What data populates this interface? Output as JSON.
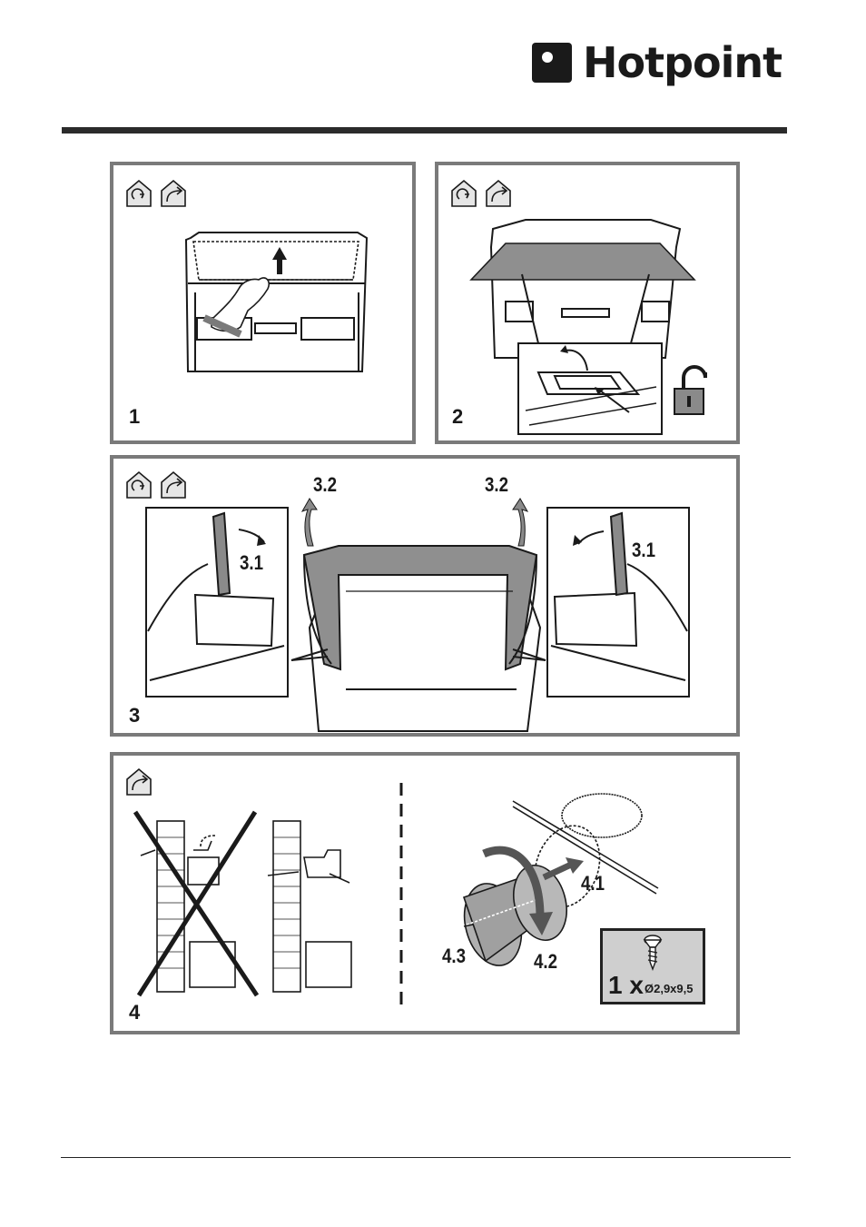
{
  "brand": {
    "name": "Hotpoint"
  },
  "panels": [
    {
      "step": "1"
    },
    {
      "step": "2"
    },
    {
      "step": "3",
      "callouts": [
        "3.2",
        "3.2",
        "3.1",
        "3.1"
      ]
    },
    {
      "step": "4",
      "callouts": [
        "4.1",
        "4.2",
        "4.3"
      ],
      "screw": {
        "quantity": "1 x",
        "spec": "Ø2,9x9,5"
      }
    }
  ],
  "colors": {
    "frame": "#7a7a7a",
    "ink": "#1a1a1a",
    "shade": "#a8a8a8",
    "screw_box_bg": "#cfcfcf",
    "arrow_fill": "#555555"
  }
}
